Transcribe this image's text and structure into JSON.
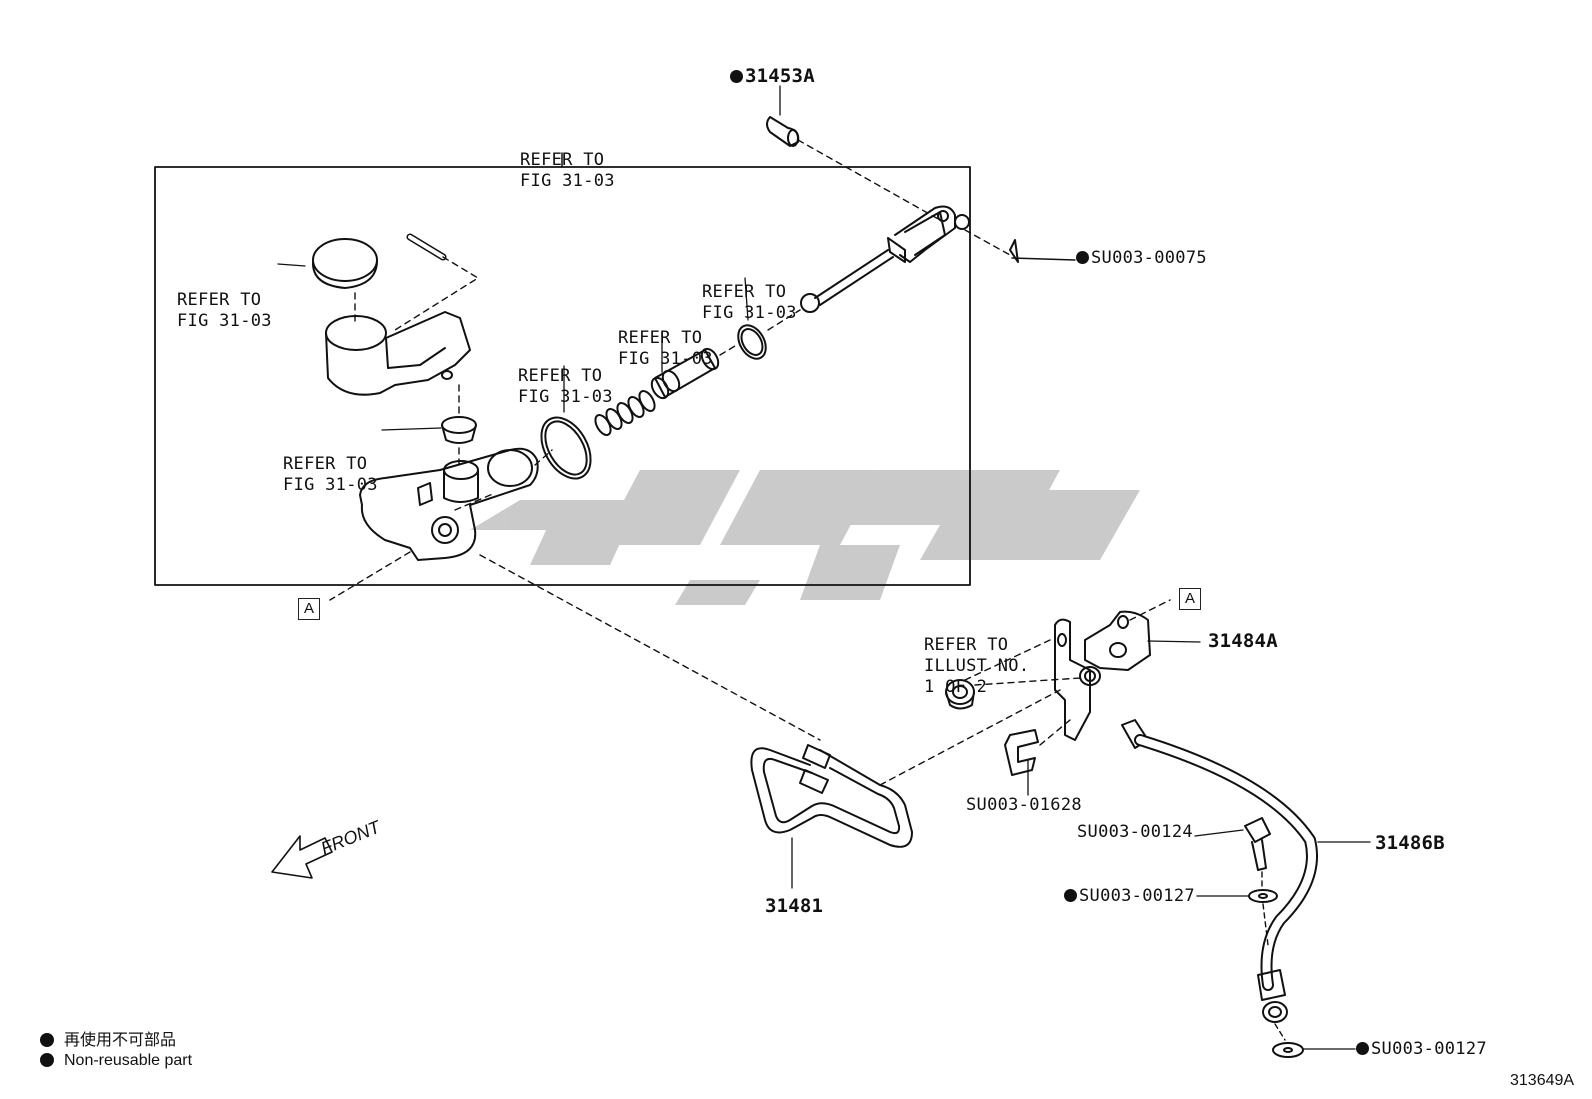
{
  "diagram": {
    "figure_id": "313649A",
    "front_label": "FRONT",
    "refer_labels": [
      {
        "id": "r1",
        "lines": [
          "REFER TO",
          "FIG 31-03"
        ]
      },
      {
        "id": "r2",
        "lines": [
          "REFER TO",
          "FIG 31-03"
        ]
      },
      {
        "id": "r3",
        "lines": [
          "REFER TO",
          "FIG 31-03"
        ]
      },
      {
        "id": "r4",
        "lines": [
          "REFER TO",
          "FIG 31-03"
        ]
      },
      {
        "id": "r5",
        "lines": [
          "REFER TO",
          "FIG 31-03"
        ]
      },
      {
        "id": "r6",
        "lines": [
          "REFER TO",
          "FIG 31-03"
        ]
      },
      {
        "id": "r7",
        "lines": [
          "REFER TO",
          "ILLUST NO.",
          "1 OF 2"
        ]
      }
    ],
    "part_numbers": {
      "p31453A": "31453A",
      "pSU00075": "SU003-00075",
      "p31484A": "31484A",
      "pSU01628": "SU003-01628",
      "pSU00124": "SU003-00124",
      "pSU00127a": "SU003-00127",
      "p31486B": "31486B",
      "p31481": "31481",
      "pSU00127b": "SU003-00127"
    },
    "box_marker": "A",
    "legend": {
      "jp": "再使用不可部品",
      "en": "Non-reusable part"
    }
  }
}
